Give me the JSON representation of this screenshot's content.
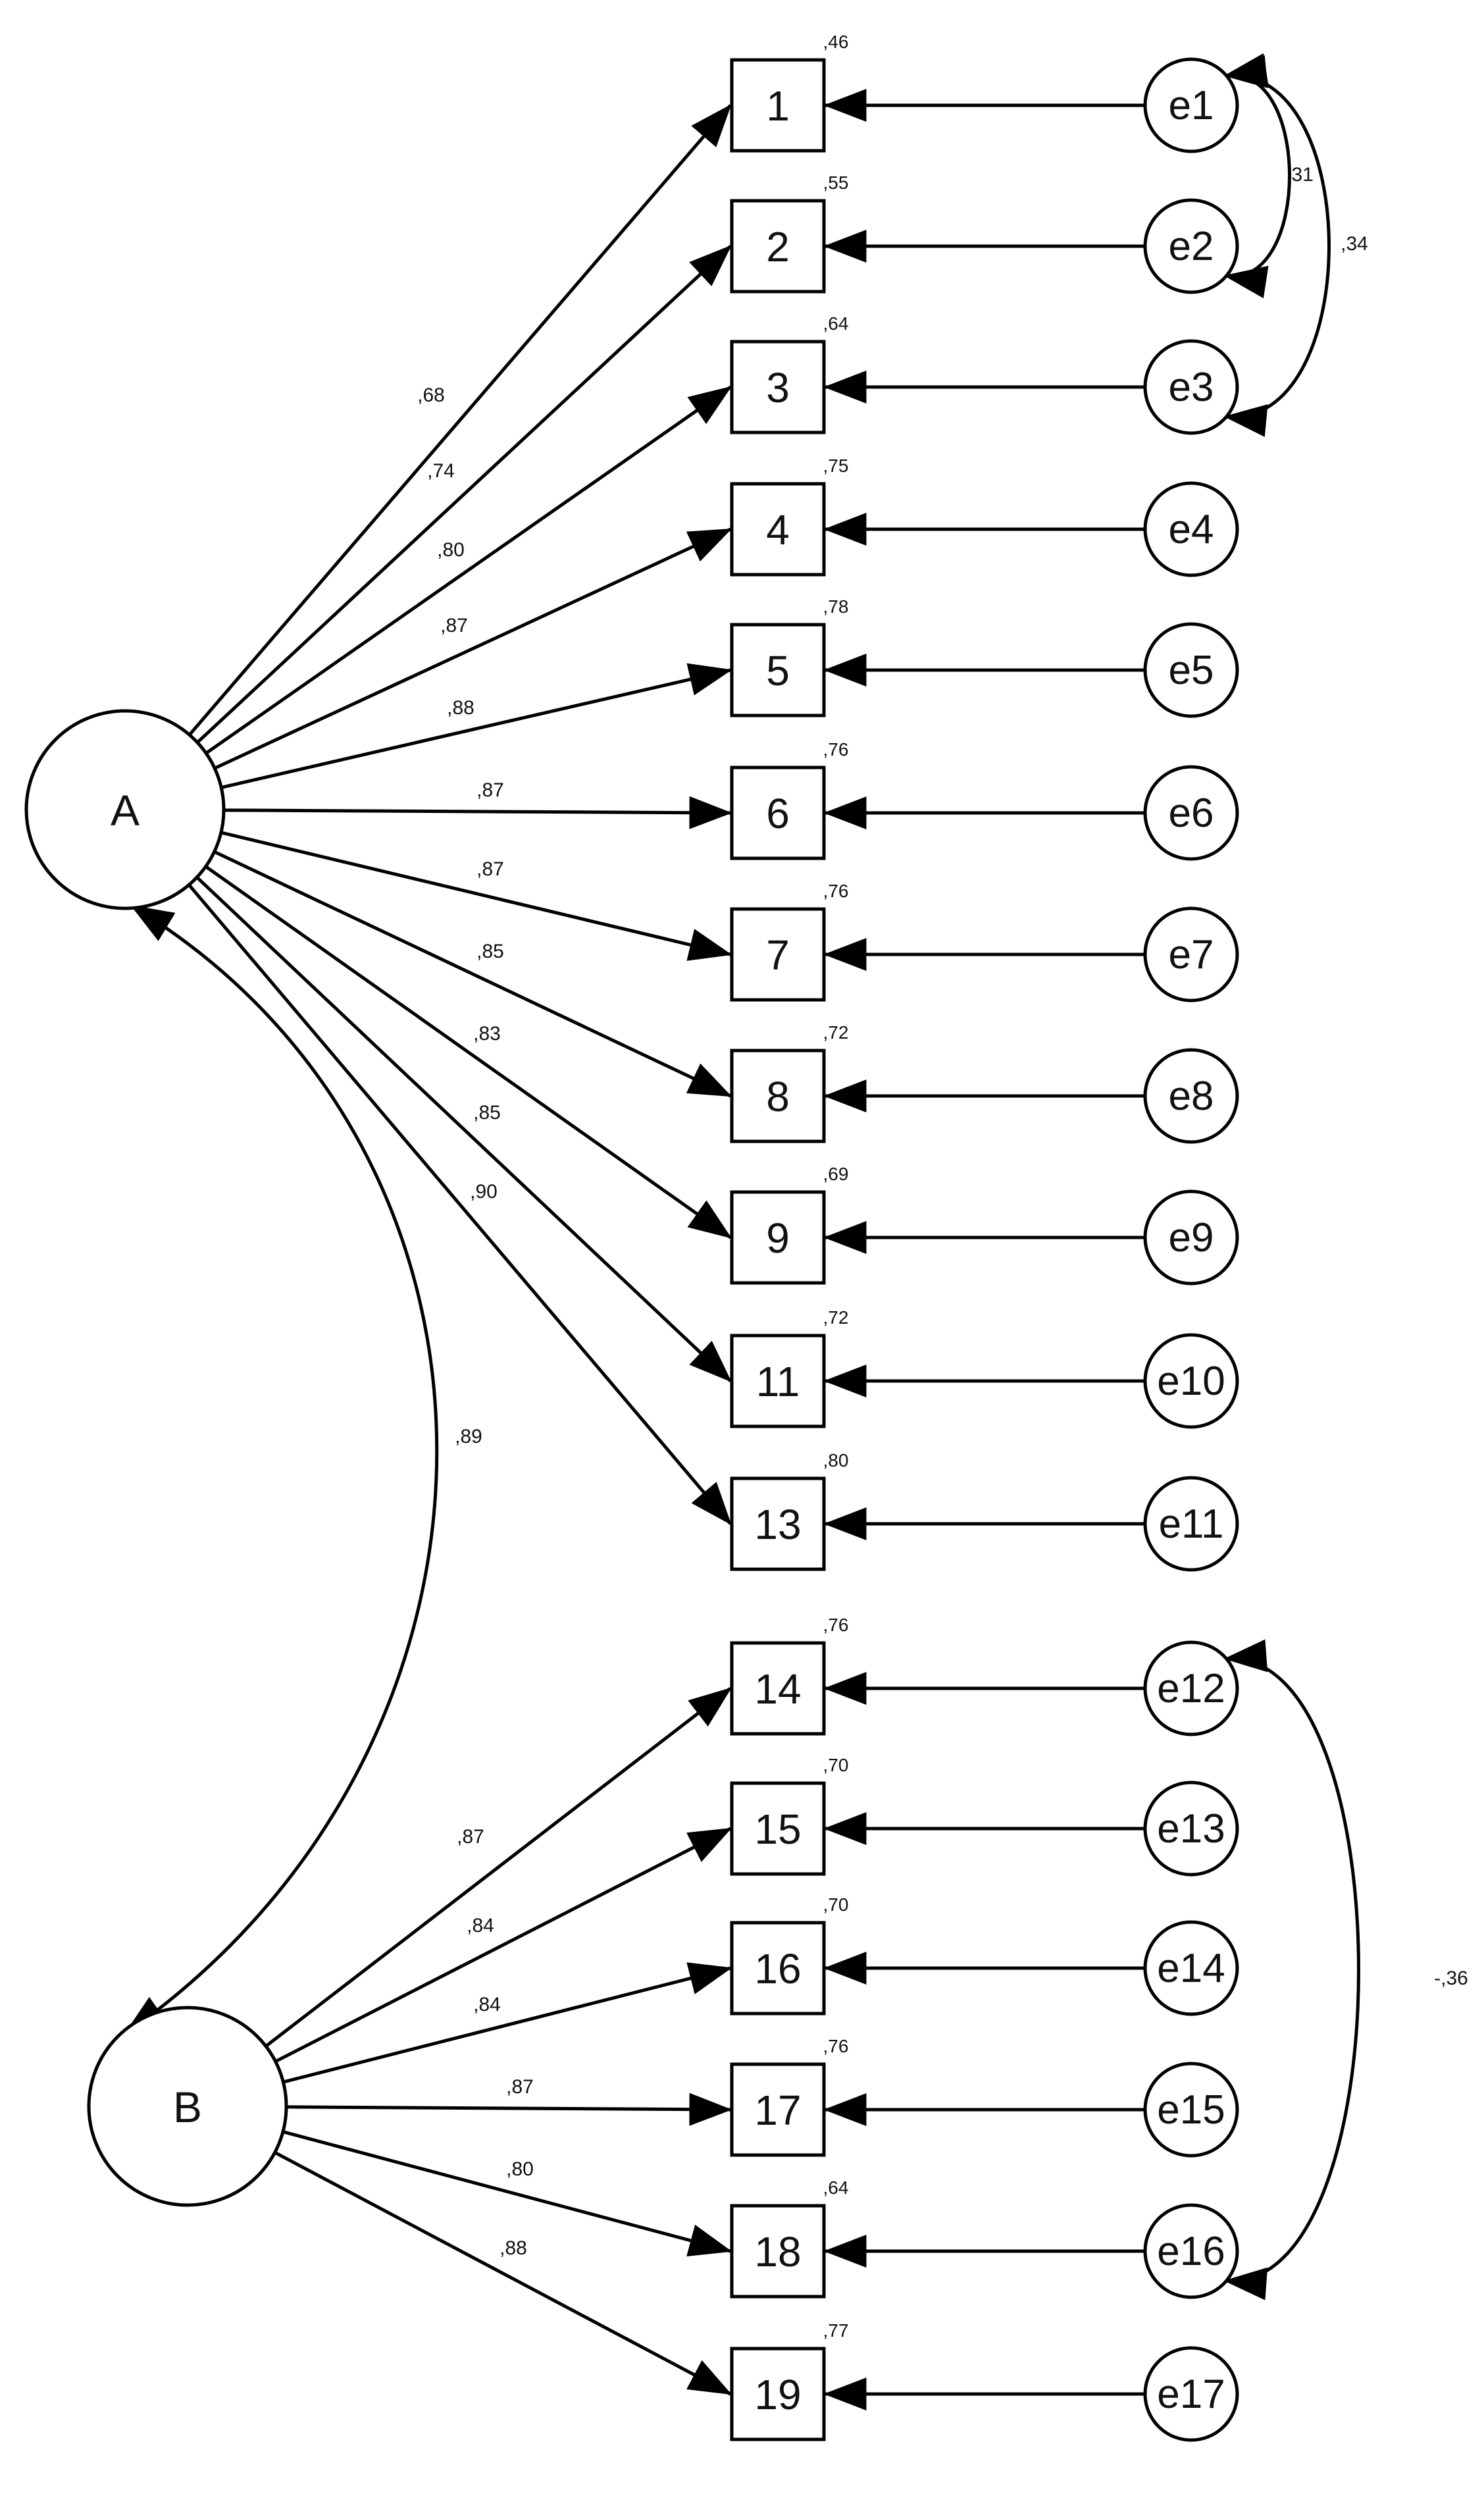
{
  "latents": [
    {
      "id": "A",
      "label": "A"
    },
    {
      "id": "B",
      "label": "B"
    }
  ],
  "indicators": [
    {
      "label": "1",
      "factor": "A",
      "loading": ",68",
      "r2": ",46",
      "error": "e1"
    },
    {
      "label": "2",
      "factor": "A",
      "loading": ",74",
      "r2": ",55",
      "error": "e2"
    },
    {
      "label": "3",
      "factor": "A",
      "loading": ",80",
      "r2": ",64",
      "error": "e3"
    },
    {
      "label": "4",
      "factor": "A",
      "loading": ",87",
      "r2": ",75",
      "error": "e4"
    },
    {
      "label": "5",
      "factor": "A",
      "loading": ",88",
      "r2": ",78",
      "error": "e5"
    },
    {
      "label": "6",
      "factor": "A",
      "loading": ",87",
      "r2": ",76",
      "error": "e6"
    },
    {
      "label": "7",
      "factor": "A",
      "loading": ",87",
      "r2": ",76",
      "error": "e7"
    },
    {
      "label": "8",
      "factor": "A",
      "loading": ",85",
      "r2": ",72",
      "error": "e8"
    },
    {
      "label": "9",
      "factor": "A",
      "loading": ",83",
      "r2": ",69",
      "error": "e9"
    },
    {
      "label": "11",
      "factor": "A",
      "loading": ",85",
      "r2": ",72",
      "error": "e10"
    },
    {
      "label": "13",
      "factor": "A",
      "loading": ",90",
      "r2": ",80",
      "error": "e11"
    },
    {
      "label": "14",
      "factor": "B",
      "loading": ",87",
      "r2": ",76",
      "error": "e12"
    },
    {
      "label": "15",
      "factor": "B",
      "loading": ",84",
      "r2": ",70",
      "error": "e13"
    },
    {
      "label": "16",
      "factor": "B",
      "loading": ",84",
      "r2": ",70",
      "error": "e14"
    },
    {
      "label": "17",
      "factor": "B",
      "loading": ",87",
      "r2": ",76",
      "error": "e15"
    },
    {
      "label": "18",
      "factor": "B",
      "loading": ",80",
      "r2": ",64",
      "error": "e16"
    },
    {
      "label": "19",
      "factor": "B",
      "loading": ",88",
      "r2": ",77",
      "error": "e17"
    }
  ],
  "factor_covariance": {
    "from": "A",
    "to": "B",
    "value": ",89"
  },
  "error_covariances": [
    {
      "from": "e1",
      "to": "e2",
      "value": ",31"
    },
    {
      "from": "e1",
      "to": "e3",
      "value": ",34"
    },
    {
      "from": "e12",
      "to": "e16",
      "value": "-,36"
    }
  ]
}
